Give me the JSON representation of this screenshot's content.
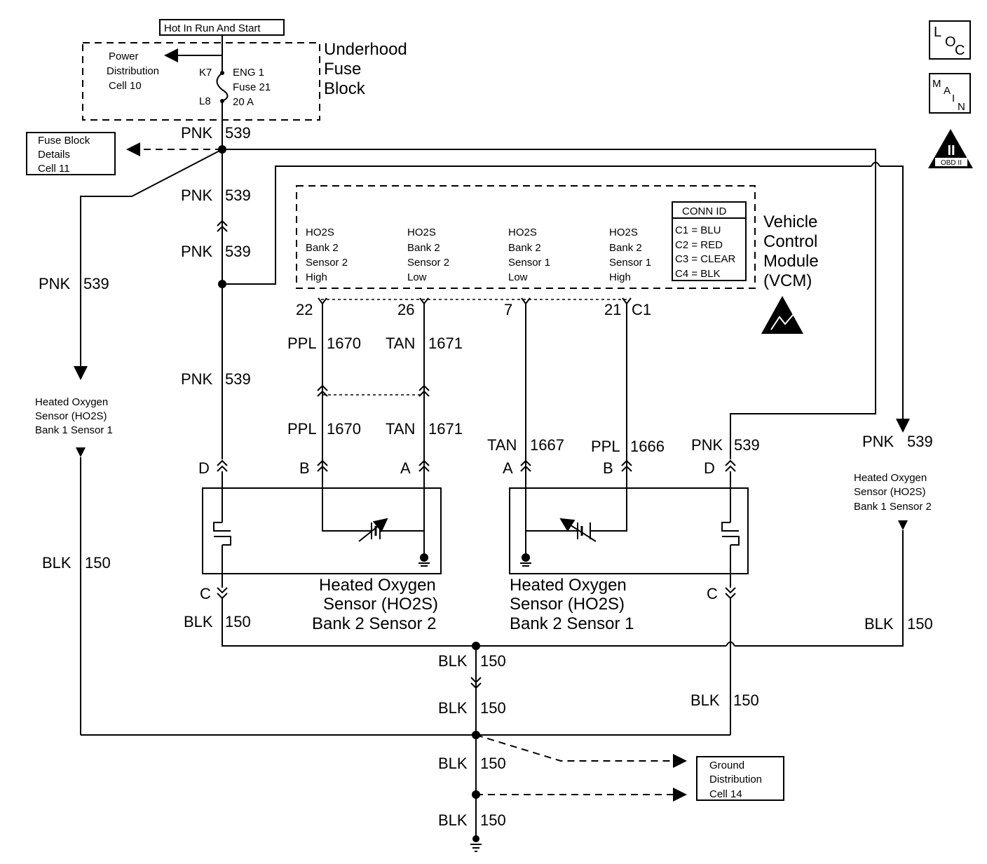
{
  "header": {
    "hot_label": "Hot In Run And Start",
    "fuse_block_name": [
      "Underhood",
      "Fuse",
      "Block"
    ],
    "power_distribution": [
      "Power",
      "Distribution",
      "Cell 10"
    ],
    "pin_k7": "K7",
    "pin_l8": "L8",
    "fuse_info": [
      "ENG 1",
      "Fuse 21",
      "20 A"
    ],
    "fuse_block_details": [
      "Fuse Block",
      "Details",
      "Cell 11"
    ]
  },
  "icons": {
    "loc": [
      "L",
      "O",
      "C"
    ],
    "main": [
      "M",
      "A",
      "I",
      "N"
    ],
    "obd": [
      "II",
      "OBD II"
    ]
  },
  "vcm": {
    "name": [
      "Vehicle",
      "Control",
      "Module",
      "(VCM)"
    ],
    "conn_title": "CONN ID",
    "conn_rows": [
      "C1 = BLU",
      "C2 = RED",
      "C3 = CLEAR",
      "C4 = BLK"
    ],
    "circuits": [
      [
        "HO2S",
        "Bank 2",
        "Sensor 2",
        "High"
      ],
      [
        "HO2S",
        "Bank 2",
        "Sensor 2",
        "Low"
      ],
      [
        "HO2S",
        "Bank 2",
        "Sensor 1",
        "Low"
      ],
      [
        "HO2S",
        "Bank 2",
        "Sensor 1",
        "High"
      ]
    ],
    "pins": [
      "22",
      "26",
      "7",
      "21",
      "C1"
    ]
  },
  "wire_colors": {
    "pnk": "PNK",
    "ppl": "PPL",
    "tan": "TAN",
    "blk": "BLK"
  },
  "circuit_numbers": {
    "pnk": "539",
    "ppl_a": "1670",
    "tan_a": "1671",
    "tan_b": "1667",
    "ppl_b": "1666",
    "blk": "150"
  },
  "connector_letters": {
    "a": "A",
    "b": "B",
    "c": "C",
    "d": "D"
  },
  "sensors": {
    "b1s1": [
      "Heated Oxygen",
      "Sensor (HO2S)",
      "Bank 1 Sensor 1"
    ],
    "b1s2": [
      "Heated Oxygen",
      "Sensor (HO2S)",
      "Bank 1 Sensor 2"
    ],
    "b2s2": [
      "Heated Oxygen",
      "Sensor (HO2S)",
      "Bank 2 Sensor 2"
    ],
    "b2s1": [
      "Heated Oxygen",
      "Sensor (HO2S)",
      "Bank 2 Sensor 1"
    ]
  },
  "ground": {
    "distribution": [
      "Ground",
      "Distribution",
      "Cell 14"
    ]
  }
}
